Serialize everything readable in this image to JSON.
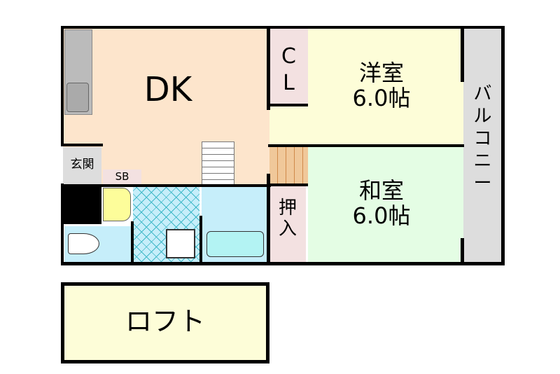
{
  "floor_plan": {
    "rooms": {
      "dk": {
        "label": "DK",
        "color": "#fde5cc"
      },
      "closet_cl": {
        "label": "C\nL",
        "color": "#f3e1e1"
      },
      "western_room": {
        "label": "洋室\n6.0帖",
        "name": "洋室",
        "size": "6.0帖",
        "color": "#fdfdd8"
      },
      "japanese_room": {
        "label": "和室\n6.0帖",
        "name": "和室",
        "size": "6.0帖",
        "color": "#e4fde4"
      },
      "balcony": {
        "label": "バ\nル\nコ\nニ\nー",
        "color": "#dddddd"
      },
      "entrance": {
        "label": "玄関",
        "color": "#dddddd"
      },
      "shoe_box": {
        "label": "SB",
        "color": "#f3e1e1"
      },
      "closet_oshiire": {
        "label": "押\n入",
        "color": "#f3e1e1"
      },
      "washroom": {
        "color": "#c6eefa"
      },
      "toilet": {
        "color": "#c6eefa"
      },
      "bathroom": {
        "color": "#c6eefa"
      },
      "loft": {
        "label": "ロフト",
        "color": "#fdfdd8"
      }
    }
  }
}
